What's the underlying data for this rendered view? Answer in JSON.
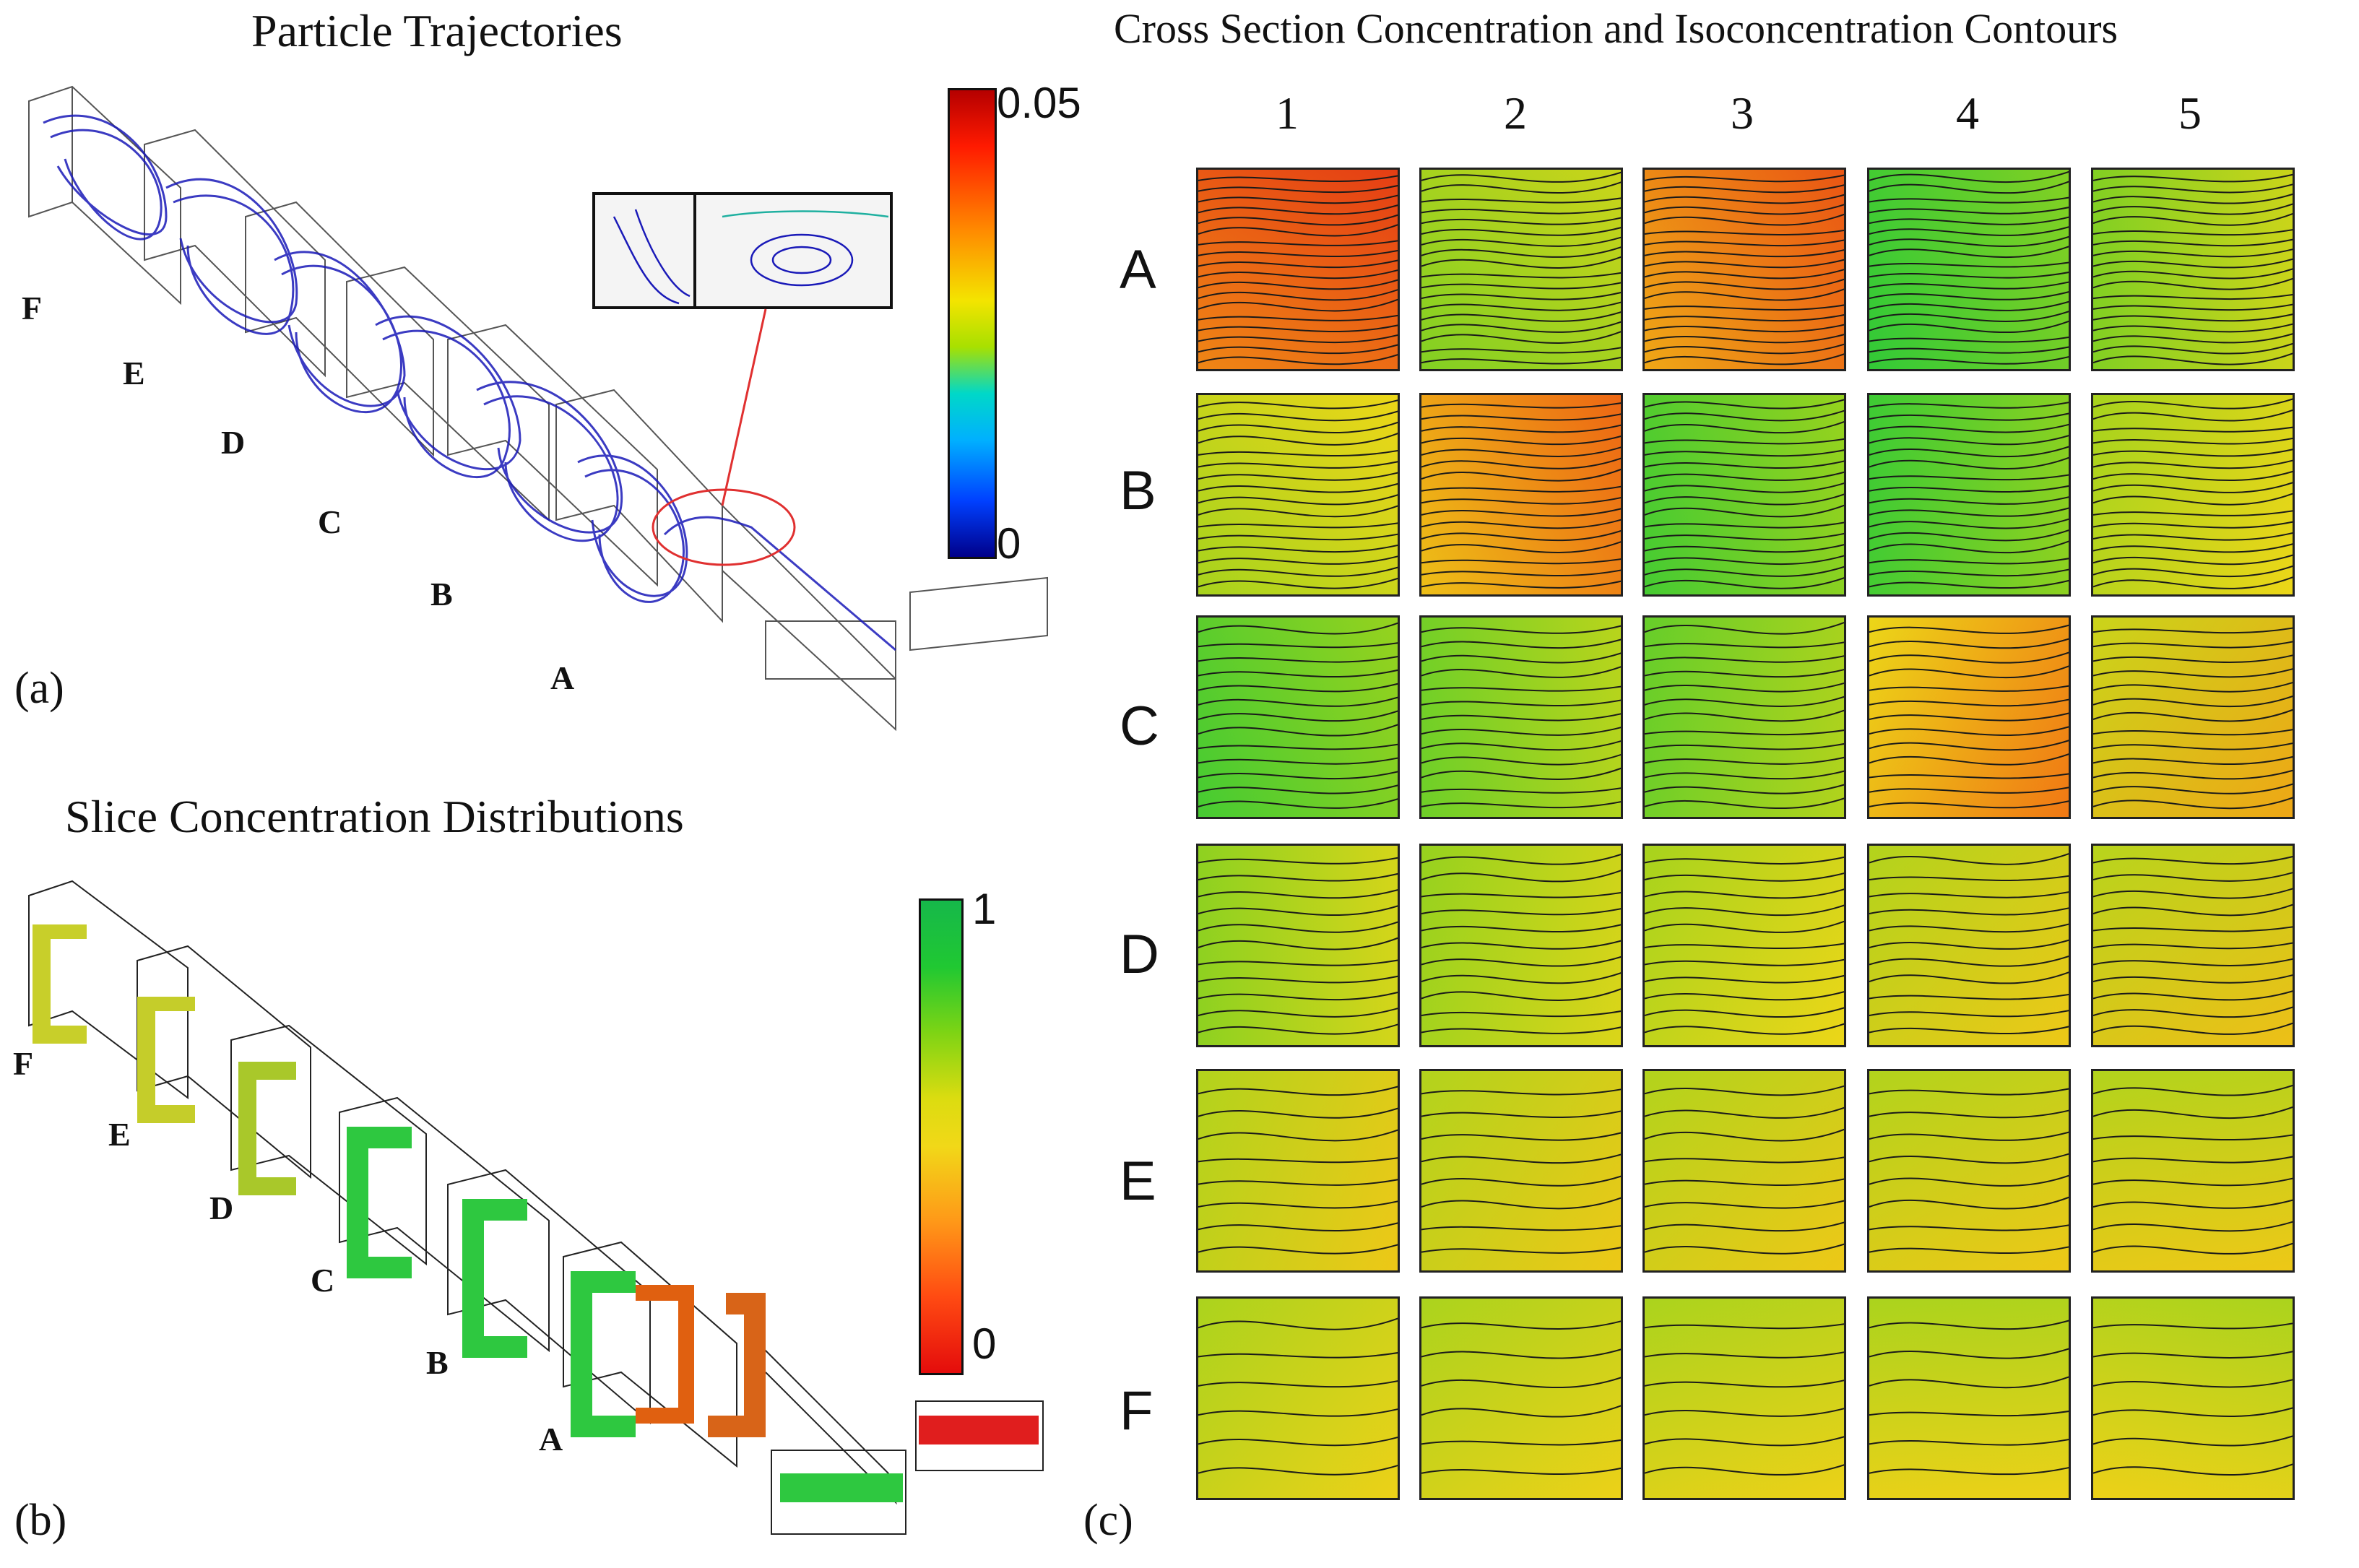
{
  "panel_a": {
    "title": "Particle Trajectories",
    "label": "(a)",
    "stations": [
      "F",
      "E",
      "D",
      "C",
      "B",
      "A"
    ],
    "colorbar": {
      "max": "0.05",
      "min": "0"
    },
    "line_color": "#1a1ab8"
  },
  "panel_b": {
    "title": "Slice Concentration Distributions",
    "label": "(b)",
    "stations": [
      "F",
      "E",
      "D",
      "C",
      "B",
      "A"
    ],
    "colorbar": {
      "max": "1",
      "min": "0"
    }
  },
  "panel_c": {
    "title": "Cross Section Concentration and Isoconcentration Contours",
    "label": "(c)",
    "columns": [
      "1",
      "2",
      "3",
      "4",
      "5"
    ],
    "rows": [
      "A",
      "B",
      "C",
      "D",
      "E",
      "F"
    ],
    "concentration_grid": [
      [
        0.08,
        0.55,
        0.15,
        0.75,
        0.55
      ],
      [
        0.45,
        0.2,
        0.7,
        0.72,
        0.45
      ],
      [
        0.7,
        0.6,
        0.62,
        0.25,
        0.35
      ],
      [
        0.52,
        0.5,
        0.45,
        0.42,
        0.4
      ],
      [
        0.42,
        0.42,
        0.42,
        0.42,
        0.42
      ],
      [
        0.44,
        0.44,
        0.44,
        0.44,
        0.44
      ]
    ]
  }
}
